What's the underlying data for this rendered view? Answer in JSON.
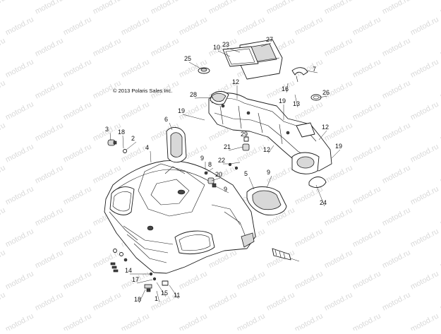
{
  "diagram": {
    "copyright": "© 2013 Polaris Sales Inc.",
    "watermark": "motod.ru",
    "callouts": [
      "1",
      "2",
      "3",
      "4",
      "5",
      "6",
      "7",
      "8",
      "9",
      "9",
      "9",
      "10",
      "11",
      "12",
      "12",
      "12",
      "13",
      "14",
      "15",
      "16",
      "17",
      "18",
      "18",
      "19",
      "19",
      "19",
      "20",
      "21",
      "22",
      "23",
      "24",
      "25",
      "26",
      "27",
      "28",
      "29"
    ]
  }
}
